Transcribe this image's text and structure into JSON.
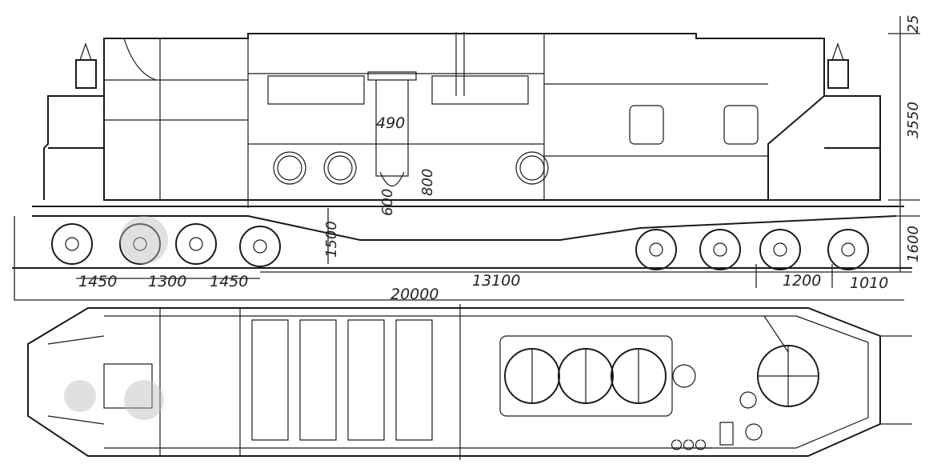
{
  "drawing": {
    "side_view": {
      "dimensions": {
        "overall_length": "20000",
        "bogie_centers": "13100",
        "axle_1_2": "1450",
        "axle_2_3": "1300",
        "axle_3_4": "1450",
        "axle_right_1": "1200",
        "end_overhang": "1010",
        "body_height": "3550",
        "roof_offset": "25",
        "frame_height": "1600",
        "engine_base": "1500",
        "cylinder_bore": "490",
        "stroke_lower": "600",
        "stroke_upper": "800"
      }
    },
    "plan_view": {}
  }
}
